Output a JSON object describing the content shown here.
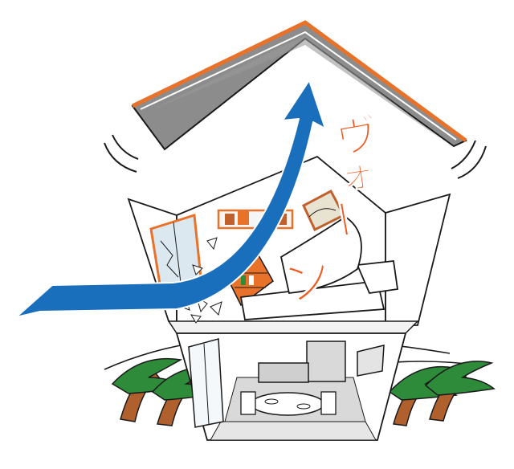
{
  "colors": {
    "roof_fill": "#8c8c8c",
    "roof_edge": "#e8722a",
    "wind_arrow": "#1a6fbd",
    "onomatopoeia": "#ee5a1f",
    "tree_trunk": "#b0602c",
    "tree_leaves": "#2e8b3a",
    "outline": "#1a1a1a",
    "wall": "#ffffff"
  },
  "icons": {
    "roof": "roof-icon",
    "wind": "wind-arrow-icon",
    "house": "house-icon",
    "tree": "tree-icon"
  },
  "onomatopoeia": {
    "chars": [
      "ヴ",
      "ォ",
      "ー",
      "ン"
    ]
  }
}
